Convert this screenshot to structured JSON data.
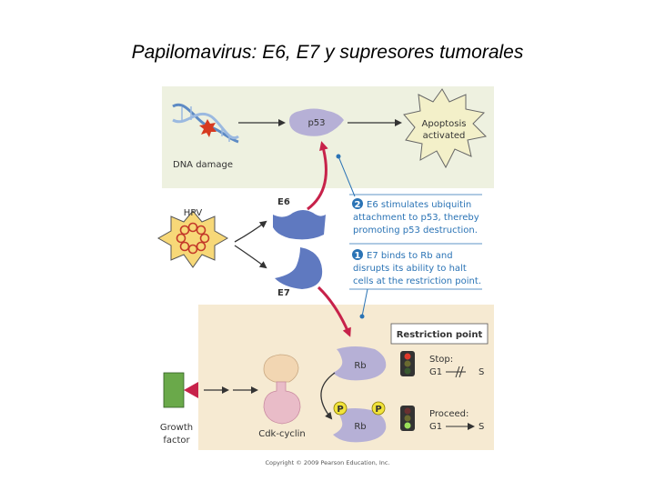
{
  "title": "Papilomavirus: E6, E7 y supresores tumorales",
  "labels": {
    "p53": "p53",
    "apoptosis_line1": "Apoptosis",
    "apoptosis_line2": "activated",
    "dna_damage": "DNA damage",
    "hpv": "HPV",
    "e6": "E6",
    "e7": "E7",
    "step2_number": "2",
    "step2_line1": "E6 stimulates ubiquitin",
    "step2_line2": "attachment to p53, thereby",
    "step2_line3": "promoting p53 destruction.",
    "step1_number": "1",
    "step1_line1": "E7 binds to Rb and",
    "step1_line2": "disrupts its ability to halt",
    "step1_line3": "cells at the restriction point.",
    "restriction_point": "Restriction point",
    "rb_top": "Rb",
    "rb_bottom": "Rb",
    "phospho_1": "P",
    "phospho_2": "P",
    "stop_label": "Stop:",
    "stop_g1": "G1",
    "stop_s": "S",
    "proceed_label": "Proceed:",
    "proceed_g1": "G1",
    "proceed_s": "S",
    "growth_line1": "Growth",
    "growth_line2": "factor",
    "cdk_cyclin": "Cdk-cyclin",
    "copyright": "Copyright © 2009 Pearson Education, Inc."
  },
  "colors": {
    "top_panel": "#eef1e0",
    "bottom_panel": "#f6ead2",
    "apoptosis_burst": "#f3f0c9",
    "protein": "#b6b0d6",
    "e6_e7": "#5f79c0",
    "hpv_star": "#f7d878",
    "arrow_red": "#c7224a",
    "text_blue": "#2a73b5",
    "phospho": "#f1e33a",
    "growth_factor": "#6aa94a"
  }
}
